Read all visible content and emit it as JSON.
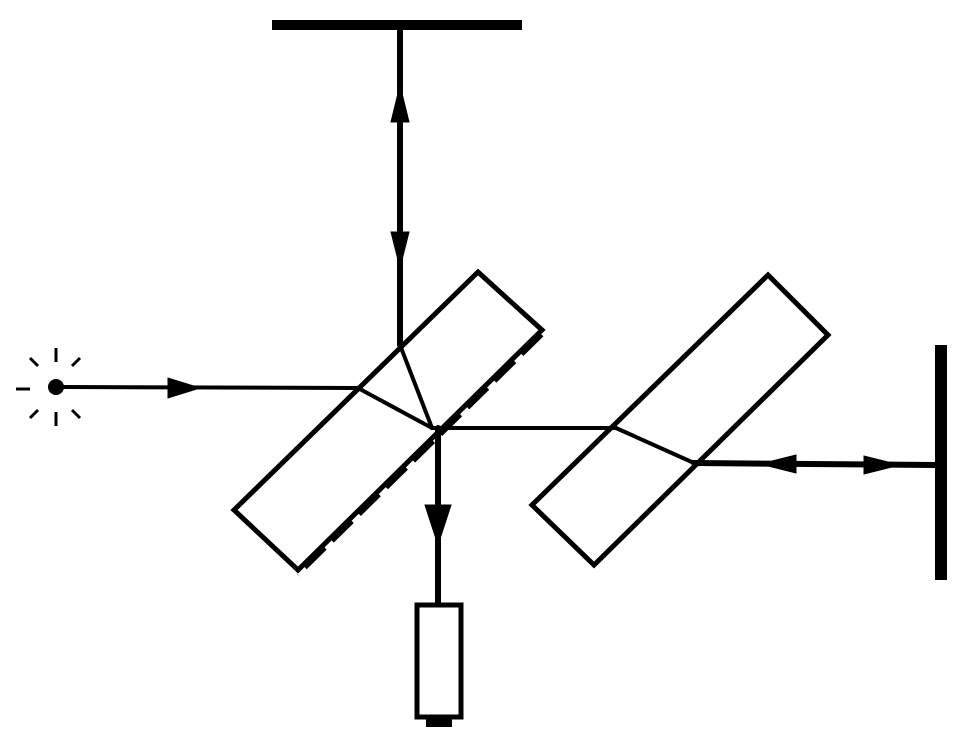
{
  "figure": {
    "background": "#ffffff",
    "ink": "#000000",
    "components": {
      "light_source": {
        "icon": "light-source-icon"
      },
      "beam_splitter": {
        "icon": "beam-splitter-plate"
      },
      "compensator": {
        "icon": "compensator-plate"
      },
      "top_mirror": {
        "icon": "top-mirror"
      },
      "right_mirror": {
        "icon": "right-mirror"
      },
      "detector": {
        "icon": "detector-icon"
      }
    }
  }
}
